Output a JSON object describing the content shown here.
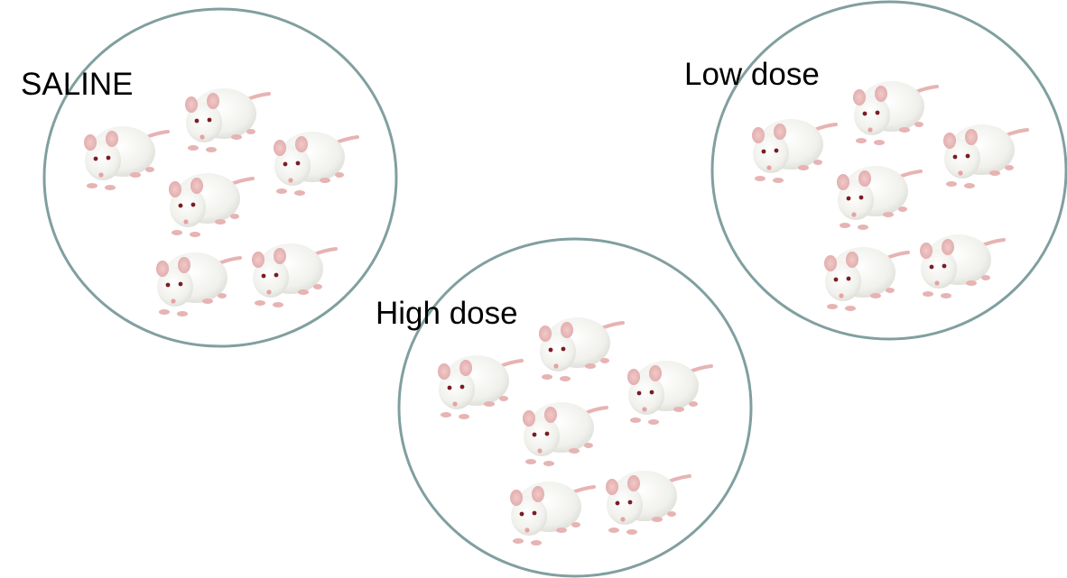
{
  "groups": [
    {
      "id": "saline",
      "label": "SALINE",
      "mouse_count": 6
    },
    {
      "id": "low",
      "label": "Low dose",
      "mouse_count": 6
    },
    {
      "id": "high",
      "label": "High dose",
      "mouse_count": 6
    }
  ],
  "colors": {
    "circle_stroke": "#819f9f",
    "mouse_body": "#f1f1ee",
    "mouse_shade": "#d9d9d4",
    "mouse_pink": "#e7b3b3",
    "mouse_eye": "#7a1d24",
    "text": "#000000"
  },
  "icons": {
    "mouse": "white-lab-mouse-icon",
    "enclosure": "group-circle"
  }
}
